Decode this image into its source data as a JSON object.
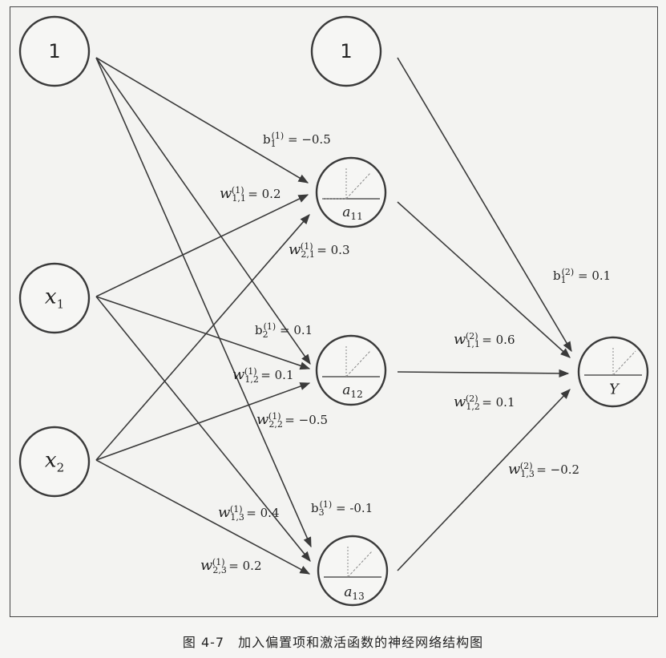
{
  "nodes": {
    "bias_input": "1",
    "x1": {
      "var": "x",
      "sub": "1"
    },
    "x2": {
      "var": "x",
      "sub": "2"
    },
    "bias_hidden": "1",
    "a11": {
      "var": "a",
      "sub": "11"
    },
    "a12": {
      "var": "a",
      "sub": "12"
    },
    "a13": {
      "var": "a",
      "sub": "13"
    },
    "output": "Y"
  },
  "labels": {
    "b1_1": {
      "sym": "b",
      "sub": "1",
      "sup": "(1)",
      "val": "= −0.5"
    },
    "w11_1": {
      "sym": "w",
      "sub": "1,1",
      "sup": "(1)",
      "val": "= 0.2"
    },
    "w21_1": {
      "sym": "w",
      "sub": "2,1",
      "sup": "(1)",
      "val": "= 0.3"
    },
    "b2_1": {
      "sym": "b",
      "sub": "2",
      "sup": "(1)",
      "val": "= 0.1"
    },
    "w12_1": {
      "sym": "w",
      "sub": "1,2",
      "sup": "(1)",
      "val": "= 0.1"
    },
    "w22_1": {
      "sym": "w",
      "sub": "2,2",
      "sup": "(1)",
      "val": "= −0.5"
    },
    "b3_1": {
      "sym": "b",
      "sub": "3",
      "sup": "(1)",
      "val": "= -0.1"
    },
    "w13_1": {
      "sym": "w",
      "sub": "1,3",
      "sup": "(1)",
      "val": "= 0.4"
    },
    "w23_1": {
      "sym": "w",
      "sub": "2,3",
      "sup": "(1)",
      "val": "= 0.2"
    },
    "b1_2": {
      "sym": "b",
      "sub": "1",
      "sup": "(2)",
      "val": "= 0.1"
    },
    "w11_2": {
      "sym": "w",
      "sub": "1,1",
      "sup": "(2)",
      "val": "= 0.6"
    },
    "w12_2": {
      "sym": "w",
      "sub": "1,2",
      "sup": "(2)",
      "val": "= 0.1"
    },
    "w13_2": {
      "sym": "w",
      "sub": "1,3",
      "sup": "(2)",
      "val": "= −0.2"
    }
  },
  "caption": "图 4-7　加入偏置项和激活函数的神经网络结构图",
  "colors": {
    "stroke": "#3a3a3a",
    "node_border": "#3a3a3a",
    "dotted": "#888888"
  }
}
